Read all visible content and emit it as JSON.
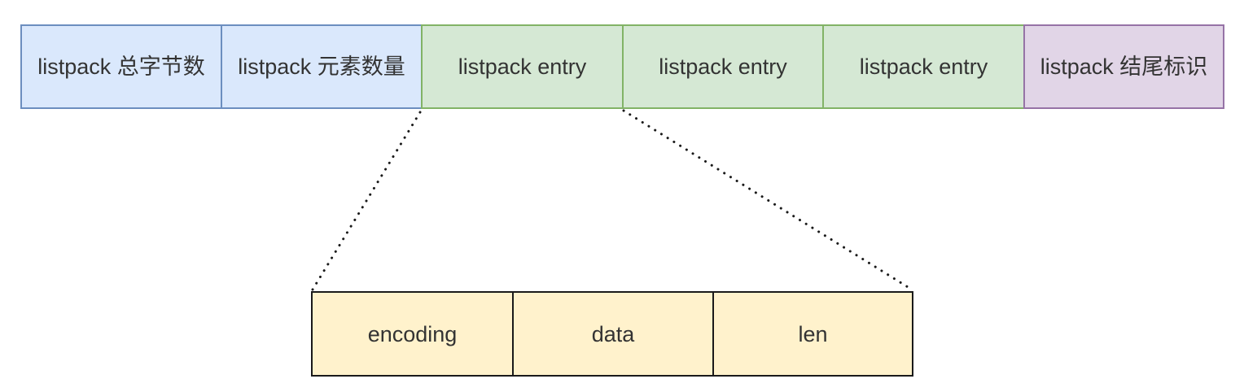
{
  "listpack": {
    "cells": [
      {
        "label": "listpack 总字节数",
        "kind": "header",
        "color": "#dae8fc"
      },
      {
        "label": "listpack 元素数量",
        "kind": "header",
        "color": "#dae8fc"
      },
      {
        "label": "listpack entry",
        "kind": "entry",
        "color": "#d5e8d4"
      },
      {
        "label": "listpack entry",
        "kind": "entry",
        "color": "#d5e8d4"
      },
      {
        "label": "listpack entry",
        "kind": "entry",
        "color": "#d5e8d4"
      },
      {
        "label": "listpack 结尾标识",
        "kind": "end",
        "color": "#e1d5e7"
      }
    ]
  },
  "entry_detail": {
    "fields": [
      {
        "label": "encoding",
        "color": "#fff2cc"
      },
      {
        "label": "data",
        "color": "#fff2cc"
      },
      {
        "label": "len",
        "color": "#fff2cc"
      }
    ]
  }
}
